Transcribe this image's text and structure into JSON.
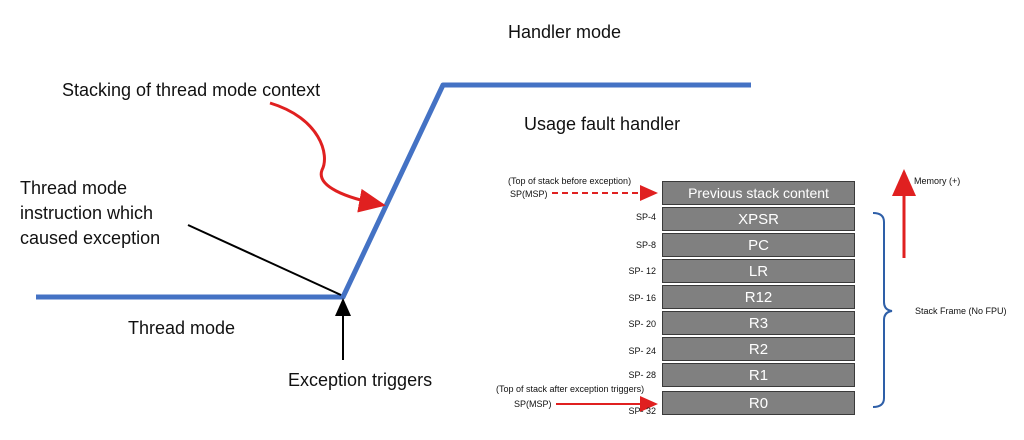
{
  "labels": {
    "handler_mode": "Handler mode",
    "stacking": "Stacking of thread mode context",
    "usage_fault": "Usage fault handler",
    "instruction_line1": "Thread mode",
    "instruction_line2": "instruction which",
    "instruction_line3": "caused exception",
    "thread_mode": "Thread mode",
    "exception_triggers": "Exception triggers",
    "top_before": "(Top of stack before exception)",
    "sp_msp_top": "SP(MSP)",
    "top_after": "(Top of stack after exception triggers)",
    "sp_msp_bottom": "SP(MSP)",
    "memory": "Memory (+)",
    "stack_frame": "Stack Frame (No FPU)"
  },
  "stack": {
    "rows": [
      {
        "offset": "",
        "content": "Previous stack content"
      },
      {
        "offset": "SP-4",
        "content": "XPSR"
      },
      {
        "offset": "SP-8",
        "content": "PC"
      },
      {
        "offset": "SP- 12",
        "content": "LR"
      },
      {
        "offset": "SP- 16",
        "content": "R12"
      },
      {
        "offset": "SP- 20",
        "content": "R3"
      },
      {
        "offset": "SP- 24",
        "content": "R2"
      },
      {
        "offset": "SP- 28",
        "content": "R1"
      },
      {
        "offset": "SP- 32",
        "content": "R0"
      }
    ]
  },
  "colors": {
    "timeline": "#4472c4",
    "red_arrow": "#e02020",
    "cell_fill": "#808080",
    "brace": "#2e5fa8"
  }
}
